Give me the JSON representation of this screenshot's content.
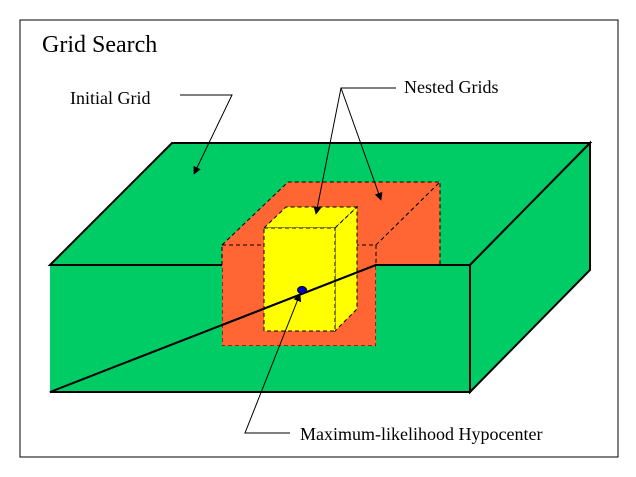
{
  "diagram": {
    "title": "Grid Search",
    "labels": {
      "initial_grid": "Initial Grid",
      "nested_grids": "Nested Grids",
      "hypocenter": "Maximum-likelihood Hypocenter"
    },
    "colors": {
      "background": "#ffffff",
      "border": "#000000",
      "initial_grid_fill": "#00cc66",
      "nested_grid_outer_fill": "#ff6633",
      "nested_grid_inner_fill": "#ffff00",
      "hypocenter_fill": "#0000cc",
      "line": "#000000"
    }
  }
}
